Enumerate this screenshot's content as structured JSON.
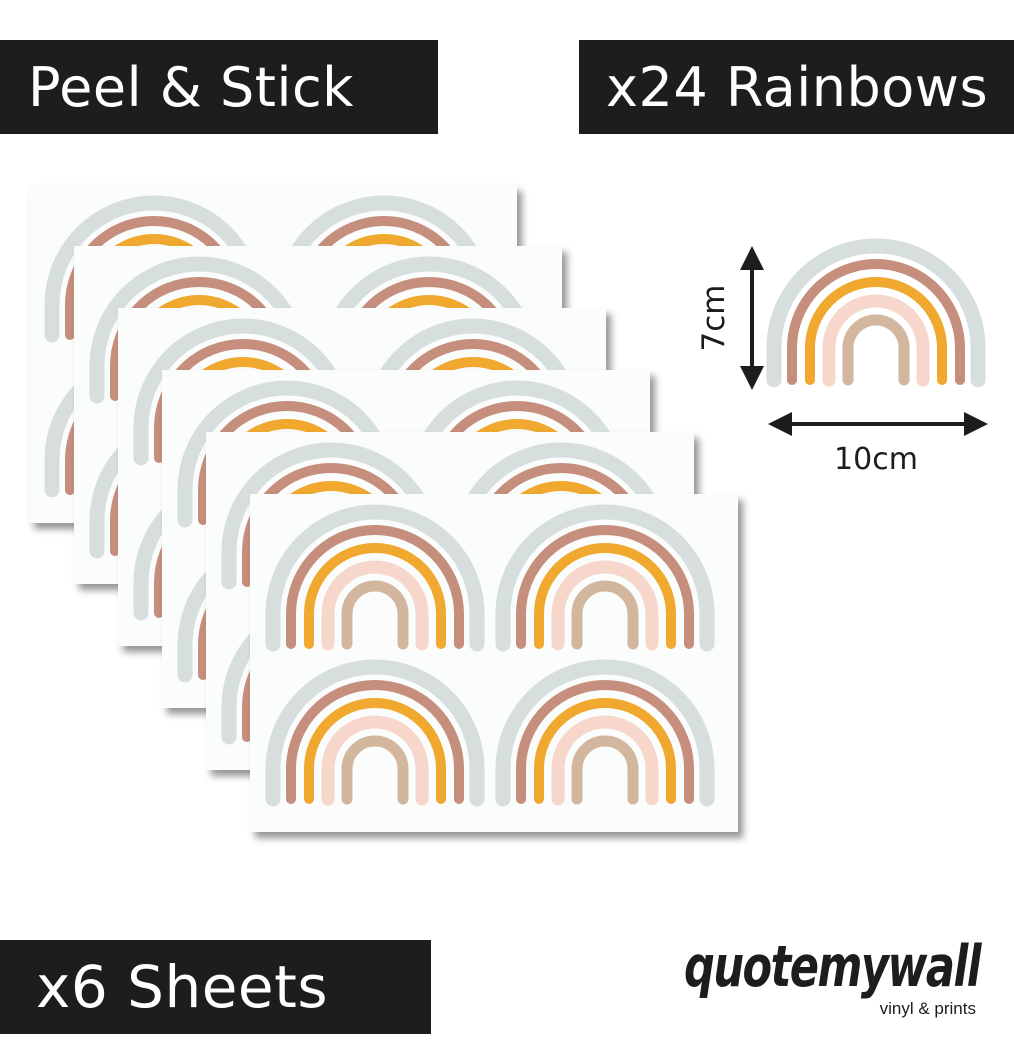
{
  "labels": {
    "peel_stick": "Peel & Stick",
    "rainbow_count": "x24 Rainbows",
    "sheet_count": "x6 Sheets"
  },
  "dimensions": {
    "height": "7cm",
    "width": "10cm"
  },
  "brand": {
    "name": "quotemywall",
    "tagline": "vinyl & prints"
  },
  "colors": {
    "label_bg": "#1d1d1b",
    "label_text": "#ffffff",
    "sheet_bg": "#fbfcfc",
    "rainbow_outer": "#d7dfde",
    "rainbow_mauve": "#c58e7d",
    "rainbow_orange": "#f0a82f",
    "rainbow_pink": "#f7d7cc",
    "rainbow_inner": "#d2b69e"
  }
}
